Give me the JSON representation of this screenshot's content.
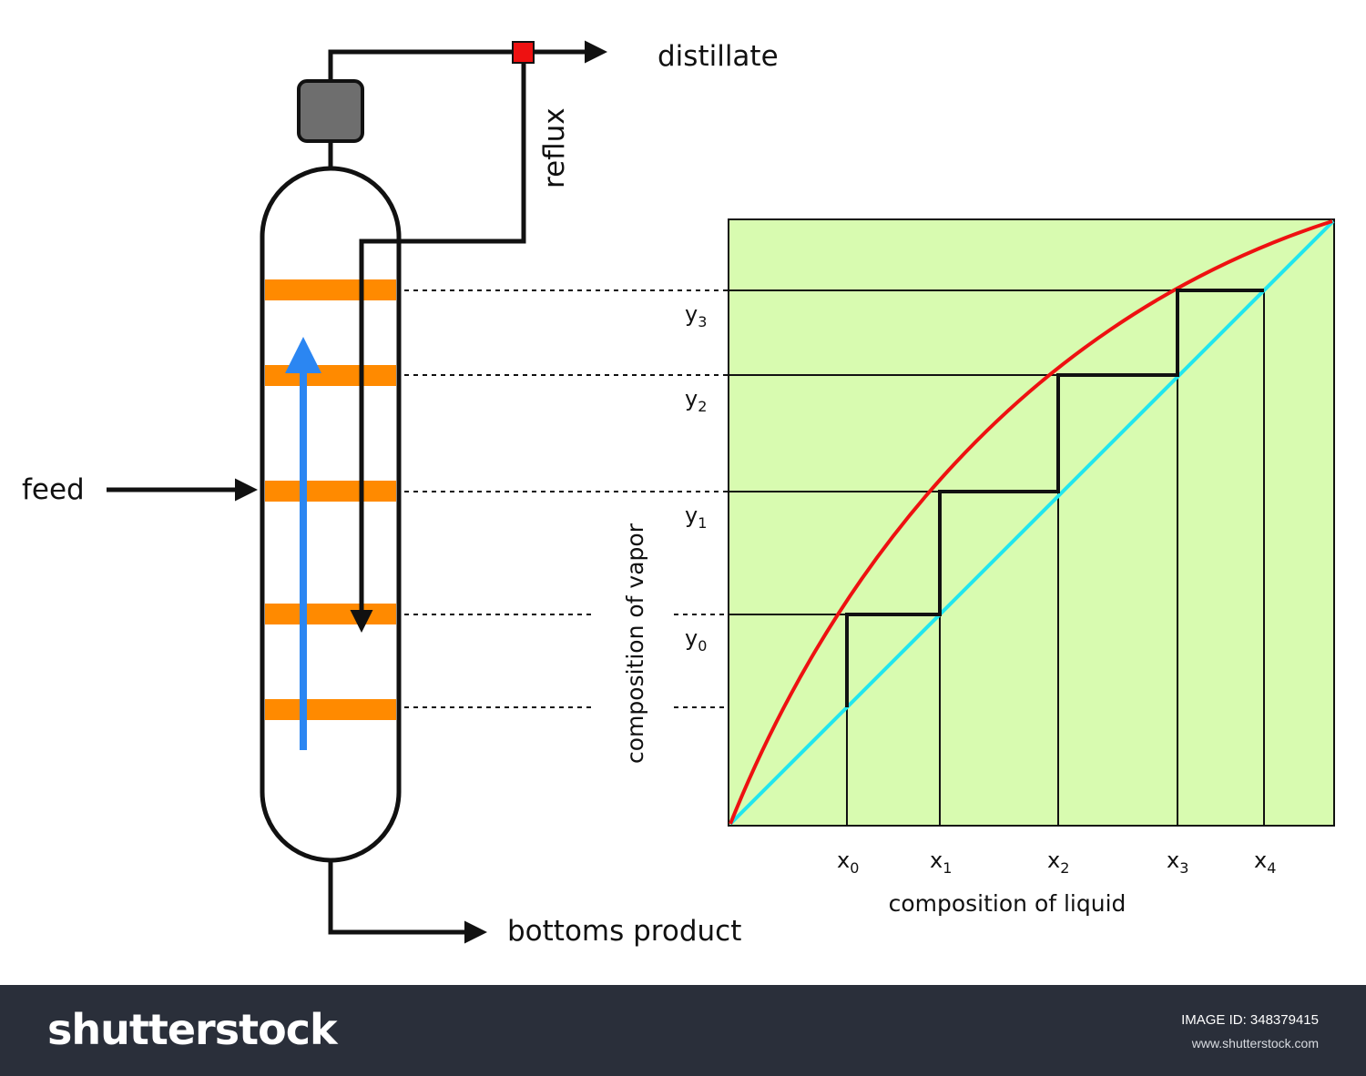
{
  "labels": {
    "distillate": "distillate",
    "reflux": "reflux",
    "feed": "feed",
    "bottoms": "bottoms product"
  },
  "chart": {
    "ylabel": "composition of vapor",
    "xlabel": "composition of liquid",
    "y_ticks": [
      {
        "base": "y",
        "sub": "3"
      },
      {
        "base": "y",
        "sub": "2"
      },
      {
        "base": "y",
        "sub": "1"
      },
      {
        "base": "y",
        "sub": "0"
      }
    ],
    "x_ticks": [
      {
        "base": "x",
        "sub": "0"
      },
      {
        "base": "x",
        "sub": "1"
      },
      {
        "base": "x",
        "sub": "2"
      },
      {
        "base": "x",
        "sub": "3"
      },
      {
        "base": "x",
        "sub": "4"
      }
    ]
  },
  "colors": {
    "chart_bg": "#d8fbb0",
    "equilibrium_curve": "#ee1111",
    "operating_line": "#22e6ee",
    "tray": "#ff8a00",
    "vapor_arrow": "#2b86f2",
    "condenser": "#6e6e6e",
    "valve": "#ee1111",
    "footer_bg": "#2a2f3a"
  },
  "footer": {
    "brand": "shutterstock",
    "image_id": "IMAGE ID: 348379415",
    "site": "www.shutterstock.com"
  }
}
